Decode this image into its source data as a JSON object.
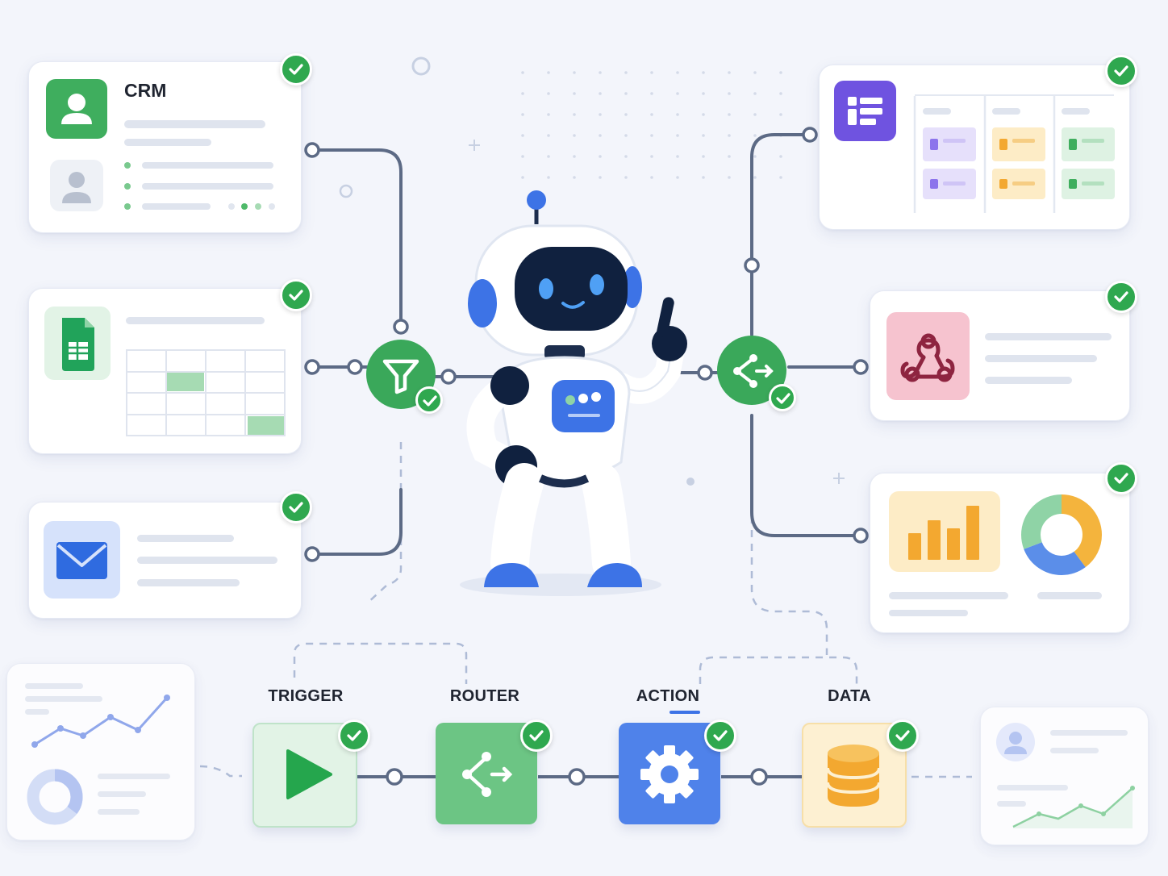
{
  "crm_card": {
    "title": "CRM"
  },
  "pipeline": {
    "steps": [
      {
        "label": "TRIGGER"
      },
      {
        "label": "ROUTER"
      },
      {
        "label": "ACTION"
      },
      {
        "label": "DATA"
      }
    ]
  },
  "colors": {
    "green": "#2fa84f",
    "blue": "#3d73e6",
    "purple": "#6f53e0",
    "orange": "#f4b43d",
    "pink": "#f6c3cf",
    "connector": "#5c6a85",
    "dashed": "#aebbd6"
  },
  "icons": {
    "crm": "user-icon",
    "sheets": "spreadsheet-icon",
    "mail": "envelope-icon",
    "board": "kanban-icon",
    "webhook": "webhook-icon",
    "analytics": "chart-icon",
    "filter": "filter-icon",
    "router": "split-icon",
    "trigger": "play-icon",
    "action": "gear-icon",
    "data": "database-icon"
  }
}
